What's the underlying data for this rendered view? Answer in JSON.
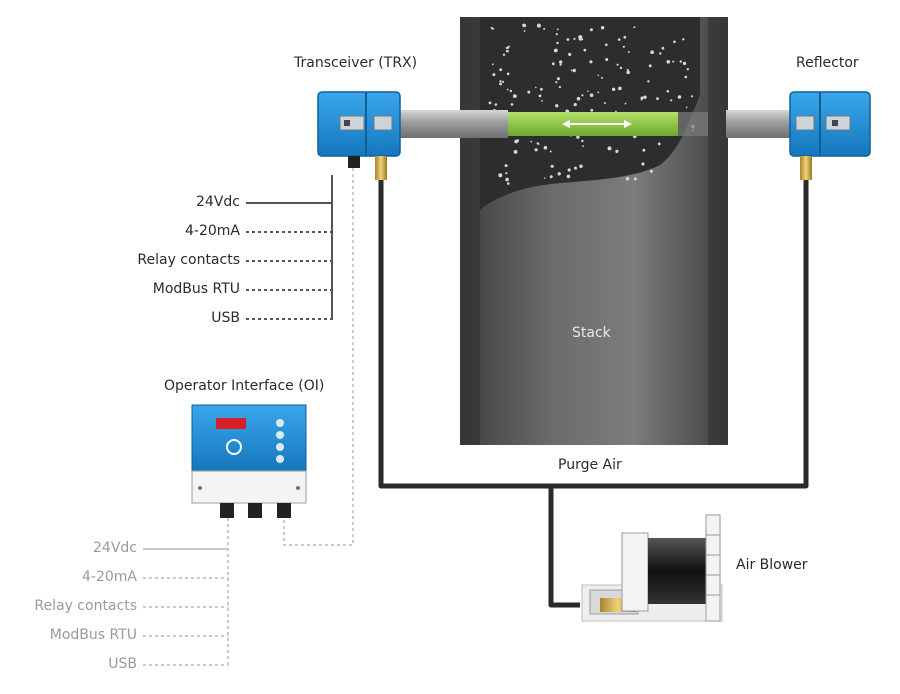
{
  "labels": {
    "transceiver": "Transceiver (TRX)",
    "reflector": "Reflector",
    "stack": "Stack",
    "purge_air": "Purge Air",
    "operator_interface": "Operator Interface (OI)",
    "air_blower": "Air Blower"
  },
  "trx_outputs": [
    "24Vdc",
    "4-20mA",
    "Relay contacts",
    "ModBus RTU",
    "USB"
  ],
  "oi_outputs": [
    "24Vdc",
    "4-20mA",
    "Relay contacts",
    "ModBus RTU",
    "USB"
  ],
  "colors": {
    "device_blue": "#1e8fd6",
    "stack_gray": "#5f6163",
    "beam_green": "#8cc63f",
    "pipe_dark": "#2a2a2a"
  }
}
